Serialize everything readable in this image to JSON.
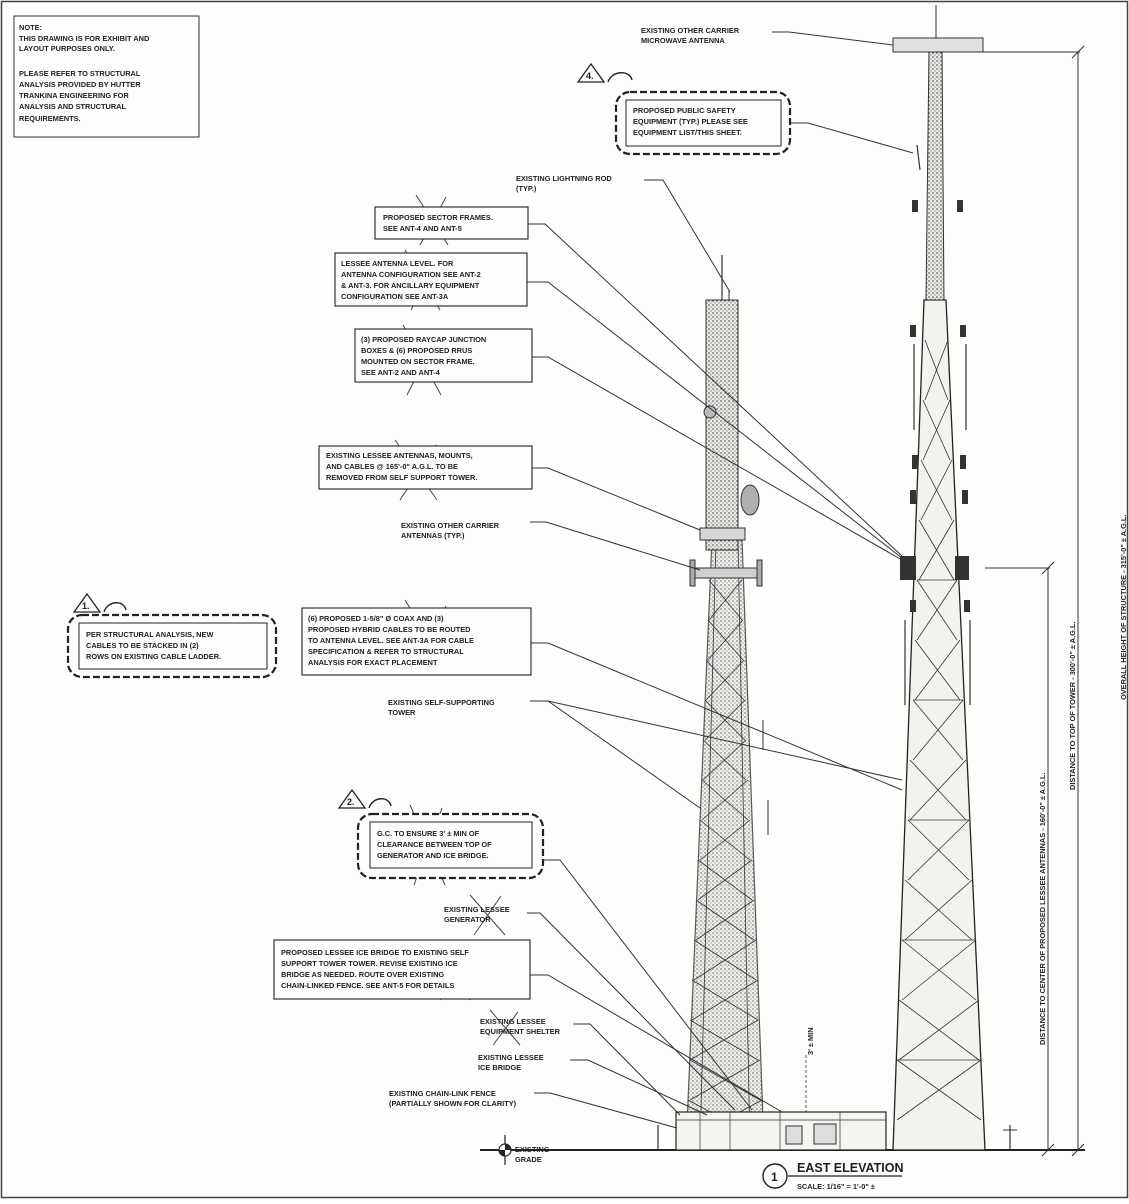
{
  "note": {
    "title": "NOTE:",
    "lines": [
      "THIS DRAWING IS FOR EXHIBIT AND",
      "LAYOUT PURPOSES ONLY.",
      "",
      "PLEASE REFER TO STRUCTURAL",
      "ANALYSIS PROVIDED BY HUTTER",
      "TRANKINA ENGINEERING FOR",
      "ANALYSIS AND STRUCTURAL",
      "REQUIREMENTS."
    ]
  },
  "labels": {
    "microwave": [
      "EXISTING OTHER CARRIER",
      "MICROWAVE ANTENNA"
    ],
    "public_safety": [
      "PROPOSED PUBLIC SAFETY",
      "EQUIPMENT (TYP.) PLEASE SEE",
      "EQUIPMENT LIST/THIS SHEET."
    ],
    "lightning_rod": [
      "EXISTING LIGHTNING ROD",
      "(TYP.)"
    ],
    "sector_frames": [
      "PROPOSED SECTOR FRAMES.",
      "SEE ANT-4 AND ANT-5"
    ],
    "antenna_level": [
      "LESSEE ANTENNA LEVEL. FOR",
      "ANTENNA CONFIGURATION SEE ANT-2",
      "& ANT-3. FOR ANCILLARY EQUIPMENT",
      "CONFIGURATION SEE ANT-3A"
    ],
    "raycap": [
      "(3) PROPOSED RAYCAP JUNCTION",
      "BOXES & (6) PROPOSED RRUS",
      "MOUNTED ON SECTOR FRAME.",
      "SEE ANT-2 AND ANT-4"
    ],
    "existing_antennas": [
      "EXISTING LESSEE ANTENNAS, MOUNTS,",
      "AND CABLES @ 165'-0\" A.G.L. TO BE",
      "REMOVED FROM SELF SUPPORT TOWER."
    ],
    "other_antennas": [
      "EXISTING OTHER CARRIER",
      "ANTENNAS (TYP.)"
    ],
    "coax": [
      "(6) PROPOSED 1-5/8\" Ø COAX AND (3)",
      "PROPOSED HYBRID CABLES TO BE ROUTED",
      "TO ANTENNA LEVEL. SEE ANT-3A FOR CABLE",
      "SPECIFICATION & REFER TO STRUCTURAL",
      "ANALYSIS FOR EXACT PLACEMENT"
    ],
    "self_support": [
      "EXISTING SELF-SUPPORTING",
      "TOWER"
    ],
    "cable_note": [
      "PER STRUCTURAL ANALYSIS, NEW",
      "CABLES TO BE STACKED IN (2)",
      "ROWS ON EXISTING CABLE LADDER."
    ],
    "gc_note": [
      "G.C. TO ENSURE 3' ± MIN OF",
      "CLEARANCE BETWEEN TOP OF",
      "GENERATOR AND ICE BRIDGE."
    ],
    "generator": [
      "EXISTING LESSEE",
      "GENERATOR"
    ],
    "ice_bridge_proposed": [
      "PROPOSED LESSEE ICE BRIDGE TO EXISTING SELF",
      "SUPPORT TOWER TOWER. REVISE EXISTING ICE",
      "BRIDGE AS NEEDED. ROUTE OVER EXISTING",
      "CHAIN-LINKED FENCE. SEE ANT-5 FOR DETAILS"
    ],
    "shelter": [
      "EXISTING LESSEE",
      "EQUIPMENT SHELTER"
    ],
    "ice_bridge_existing": [
      "EXISTING LESSEE",
      "ICE BRIDGE"
    ],
    "fence": [
      "EXISTING CHAIN-LINK FENCE",
      "(PARTIALLY SHOWN FOR CLARITY)"
    ],
    "grade": [
      "EXISTING",
      "GRADE"
    ],
    "three_min": "3' ± MIN"
  },
  "revisions": {
    "r1": "1.",
    "r2": "2.",
    "r4": "4."
  },
  "dimensions": {
    "center_antennas": "DISTANCE TO CENTER OF PROPOSED LESSEE ANTENNAS - 160'-0\" ± A.G.L.",
    "top_tower": "DISTANCE TO TOP OF TOWER - 300'-0\" ± A.G.L.",
    "overall": "OVERALL HEIGHT OF STRUCTURE - 315'-0\" ± A.G.L."
  },
  "title_block": {
    "number": "1",
    "title": "EAST ELEVATION",
    "scale": "SCALE: 1/16\" = 1'-0\" ±"
  }
}
